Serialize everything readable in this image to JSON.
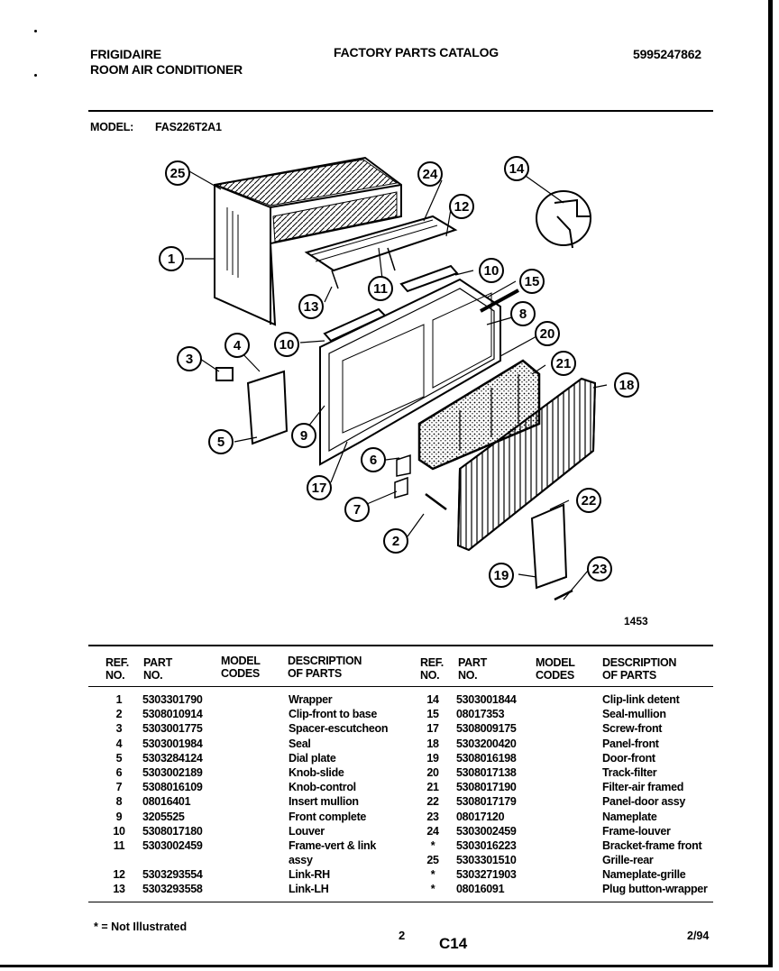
{
  "header": {
    "brand": "FRIGIDAIRE",
    "product": "ROOM AIR CONDITIONER",
    "catalog_title": "FACTORY PARTS CATALOG",
    "catalog_number": "5995247862",
    "model_label": "MODEL:",
    "model_value": "FAS226T2A1"
  },
  "diagram": {
    "figure_number": "1453",
    "callouts": [
      "25",
      "24",
      "12",
      "14",
      "1",
      "10",
      "15",
      "8",
      "13",
      "11",
      "20",
      "10",
      "4",
      "3",
      "21",
      "18",
      "9",
      "5",
      "6",
      "17",
      "22",
      "7",
      "2",
      "19",
      "23"
    ]
  },
  "table": {
    "headers": {
      "ref_no": "REF. NO.",
      "part_no": "PART NO.",
      "model_codes": "MODEL CODES",
      "description": "DESCRIPTION OF PARTS"
    },
    "left_rows": [
      {
        "ref": "1",
        "part": "5303301790",
        "desc": "Wrapper"
      },
      {
        "ref": "2",
        "part": "5308010914",
        "desc": "Clip-front to base"
      },
      {
        "ref": "3",
        "part": "5303001775",
        "desc": "Spacer-escutcheon"
      },
      {
        "ref": "4",
        "part": "5303001984",
        "desc": "Seal"
      },
      {
        "ref": "5",
        "part": "5303284124",
        "desc": "Dial plate"
      },
      {
        "ref": "6",
        "part": "5303002189",
        "desc": "Knob-slide"
      },
      {
        "ref": "7",
        "part": "5308016109",
        "desc": "Knob-control"
      },
      {
        "ref": "8",
        "part": "08016401",
        "desc": "Insert mullion"
      },
      {
        "ref": "9",
        "part": "3205525",
        "desc": "Front complete"
      },
      {
        "ref": "10",
        "part": "5308017180",
        "desc": "Louver"
      },
      {
        "ref": "11",
        "part": "5303002459",
        "desc": "Frame-vert & link"
      },
      {
        "ref": "",
        "part": "",
        "desc": "assy"
      },
      {
        "ref": "12",
        "part": "5303293554",
        "desc": "Link-RH"
      },
      {
        "ref": "13",
        "part": "5303293558",
        "desc": "Link-LH"
      }
    ],
    "right_rows": [
      {
        "ref": "14",
        "part": "5303001844",
        "desc": "Clip-link detent"
      },
      {
        "ref": "15",
        "part": "08017353",
        "desc": "Seal-mullion"
      },
      {
        "ref": "17",
        "part": "5308009175",
        "desc": "Screw-front"
      },
      {
        "ref": "18",
        "part": "5303200420",
        "desc": "Panel-front"
      },
      {
        "ref": "19",
        "part": "5308016198",
        "desc": "Door-front"
      },
      {
        "ref": "20",
        "part": "5308017138",
        "desc": "Track-filter"
      },
      {
        "ref": "21",
        "part": "5308017190",
        "desc": "Filter-air framed"
      },
      {
        "ref": "22",
        "part": "5308017179",
        "desc": "Panel-door assy"
      },
      {
        "ref": "23",
        "part": "08017120",
        "desc": "Nameplate"
      },
      {
        "ref": "24",
        "part": "5303002459",
        "desc": "Frame-louver"
      },
      {
        "ref": "*",
        "part": "5303016223",
        "desc": "Bracket-frame front"
      },
      {
        "ref": "25",
        "part": "5303301510",
        "desc": "Grille-rear"
      },
      {
        "ref": "*",
        "part": "5303271903",
        "desc": "Nameplate-grille"
      },
      {
        "ref": "*",
        "part": "08016091",
        "desc": "Plug button-wrapper"
      }
    ]
  },
  "footer": {
    "note": "* = Not Illustrated",
    "page_number": "2",
    "section_code": "C14",
    "date": "2/94"
  }
}
